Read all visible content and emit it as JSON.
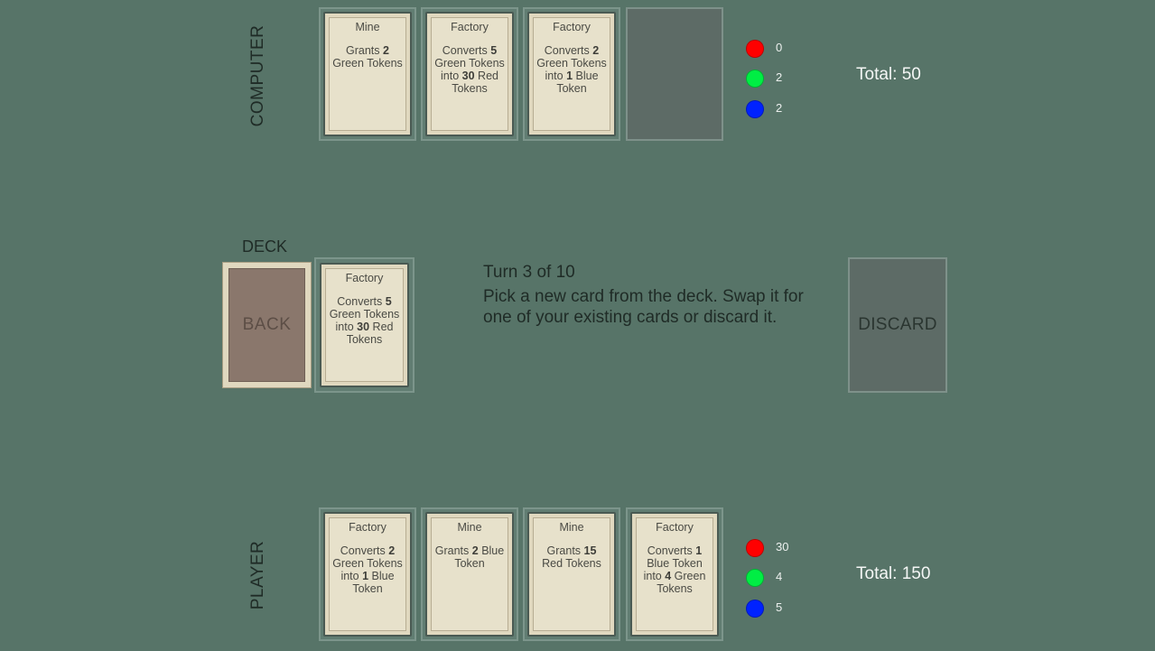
{
  "computer": {
    "label": "COMPUTER",
    "cards": [
      {
        "title": "Mine",
        "parts": [
          "Grants ",
          "2",
          " Green Tokens"
        ]
      },
      {
        "title": "Factory",
        "parts": [
          "Converts ",
          "5",
          " Green Tokens into ",
          "30",
          " Red Tokens"
        ]
      },
      {
        "title": "Factory",
        "parts": [
          "Converts ",
          "2",
          " Green Tokens into ",
          "1",
          " Blue Token"
        ]
      }
    ],
    "tokens": {
      "red": "0",
      "green": "2",
      "blue": "2"
    },
    "total": "Total: 50"
  },
  "player": {
    "label": "PLAYER",
    "cards": [
      {
        "title": "Factory",
        "parts": [
          "Converts ",
          "2",
          " Green Tokens into ",
          "1",
          " Blue Token"
        ]
      },
      {
        "title": "Mine",
        "parts": [
          "Grants ",
          "2",
          " Blue Token"
        ]
      },
      {
        "title": "Mine",
        "parts": [
          "Grants ",
          "15",
          " Red Tokens"
        ]
      },
      {
        "title": "Factory",
        "parts": [
          "Converts ",
          "1",
          " Blue Token into ",
          "4",
          " Green Tokens"
        ]
      }
    ],
    "tokens": {
      "red": "30",
      "green": "4",
      "blue": "5"
    },
    "total": "Total: 150"
  },
  "deck": {
    "label": "DECK",
    "back_label": "BACK",
    "drawn_card": {
      "title": "Factory",
      "parts": [
        "Converts ",
        "5",
        " Green Tokens into ",
        "30",
        " Red Tokens"
      ]
    }
  },
  "discard": {
    "label": "DISCARD"
  },
  "status": {
    "turn": "Turn 3 of 10",
    "instructions": "Pick a new card from the deck. Swap it for one of your existing cards or discard it."
  },
  "colors": {
    "red_token": "#ff0000",
    "green_token": "#00ee44",
    "blue_token": "#0022ff",
    "table": "#577468"
  }
}
